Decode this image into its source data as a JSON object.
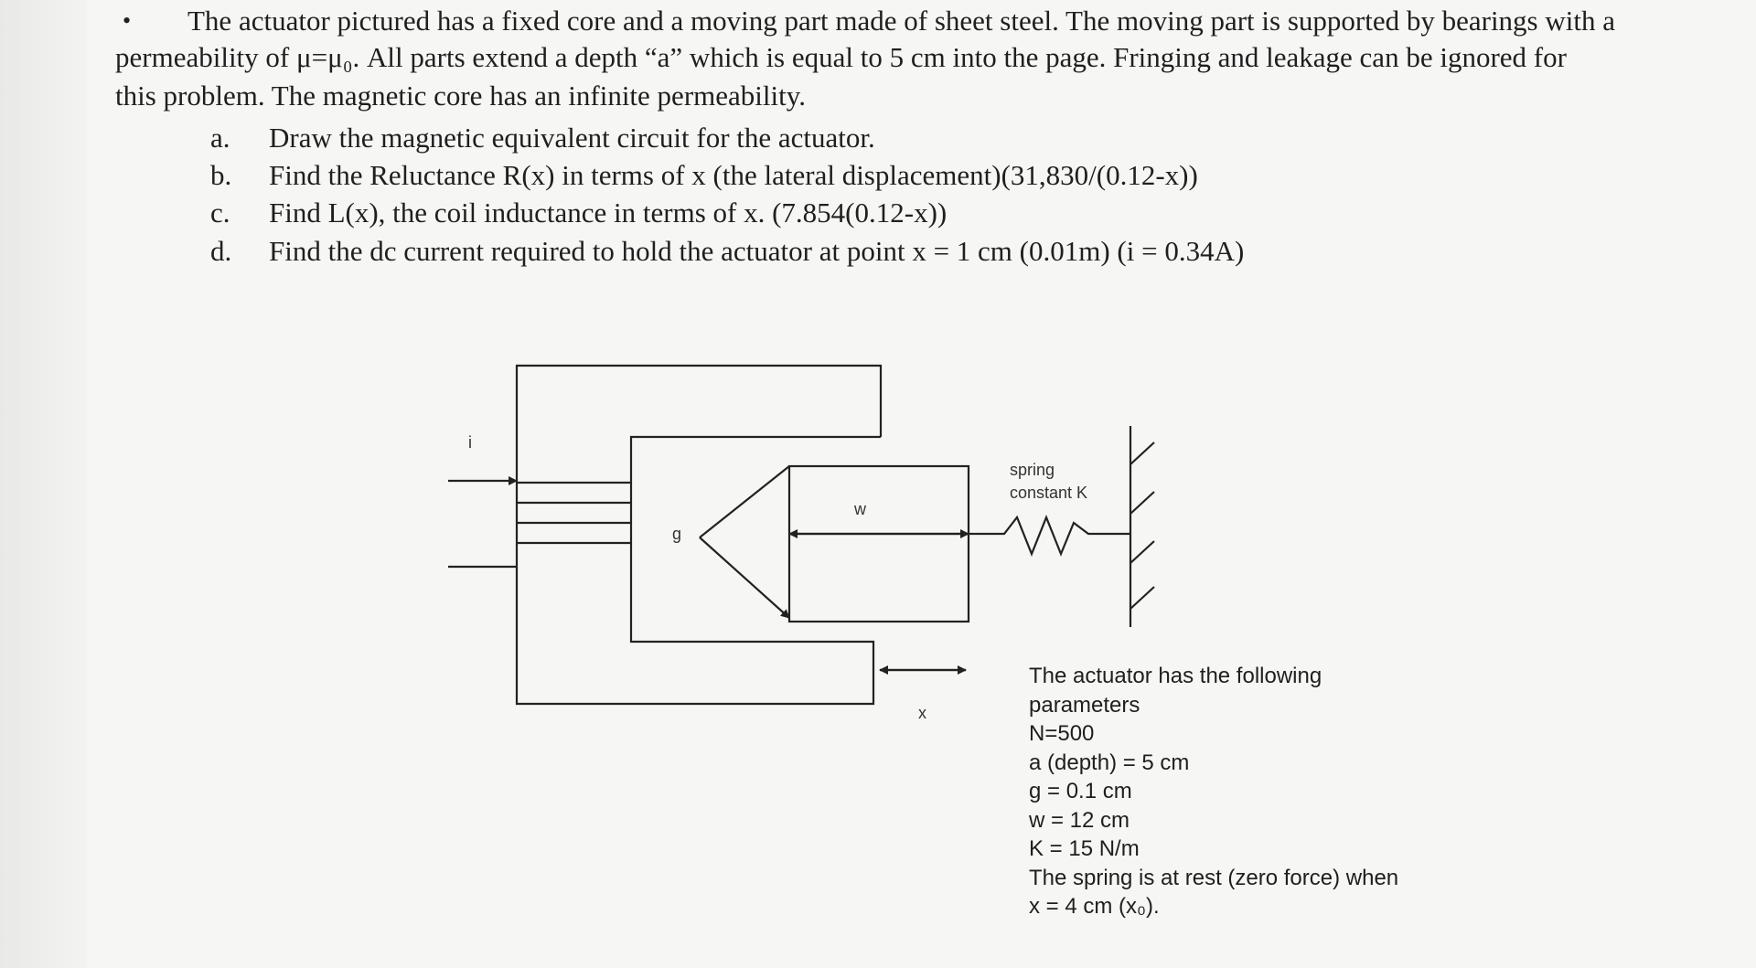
{
  "problem": {
    "bullet": "•",
    "intro_line1": "The actuator pictured has a fixed core and a moving part made of sheet steel. The moving part is supported by bearings with a",
    "intro_line2": "permeability of μ=μ₀. All parts extend a depth “a” which is equal to 5 cm into the page. Fringing and leakage can be ignored for",
    "intro_line3": "this problem. The magnetic core has an infinite permeability.",
    "items": [
      {
        "letter": "a.",
        "text": "Draw the magnetic equivalent circuit for the actuator."
      },
      {
        "letter": "b.",
        "text": "Find the Reluctance R(x) in terms of x (the lateral displacement)(31,830/(0.12-x))"
      },
      {
        "letter": "c.",
        "text": "Find L(x), the coil inductance in terms of x. (7.854(0.12-x))"
      },
      {
        "letter": "d.",
        "text": "Find the dc current required to hold the actuator at point x = 1 cm (0.01m) (i = 0.34A)"
      }
    ]
  },
  "diagram": {
    "label_i": "i",
    "label_g": "g",
    "label_w": "w",
    "label_x": "x",
    "spring_label_line1": "spring",
    "spring_label_line2": "constant K"
  },
  "parameters": {
    "heading_line1": "The actuator has the following",
    "heading_line2": "parameters",
    "N": "N=500",
    "a": "a (depth) = 5 cm",
    "g": "g = 0.1 cm",
    "w": "w = 12 cm",
    "K": "K = 15 N/m",
    "rest_line1": "The spring is at rest (zero force) when",
    "rest_line2": "x = 4 cm (x₀)."
  }
}
